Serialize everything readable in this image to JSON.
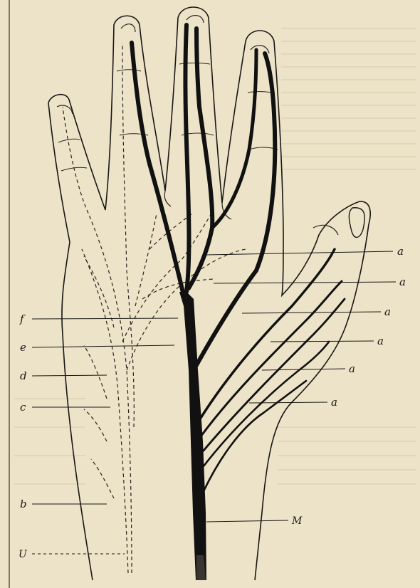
{
  "figure": {
    "labels_right": [
      "a",
      "a",
      "a",
      "a",
      "a",
      "a",
      "M"
    ],
    "labels_left": [
      "f",
      "e",
      "d",
      "c",
      "b",
      "U"
    ]
  },
  "colors": {
    "paper": "#ece3c8",
    "ink": "#1a1714",
    "nerve": "#111111"
  }
}
